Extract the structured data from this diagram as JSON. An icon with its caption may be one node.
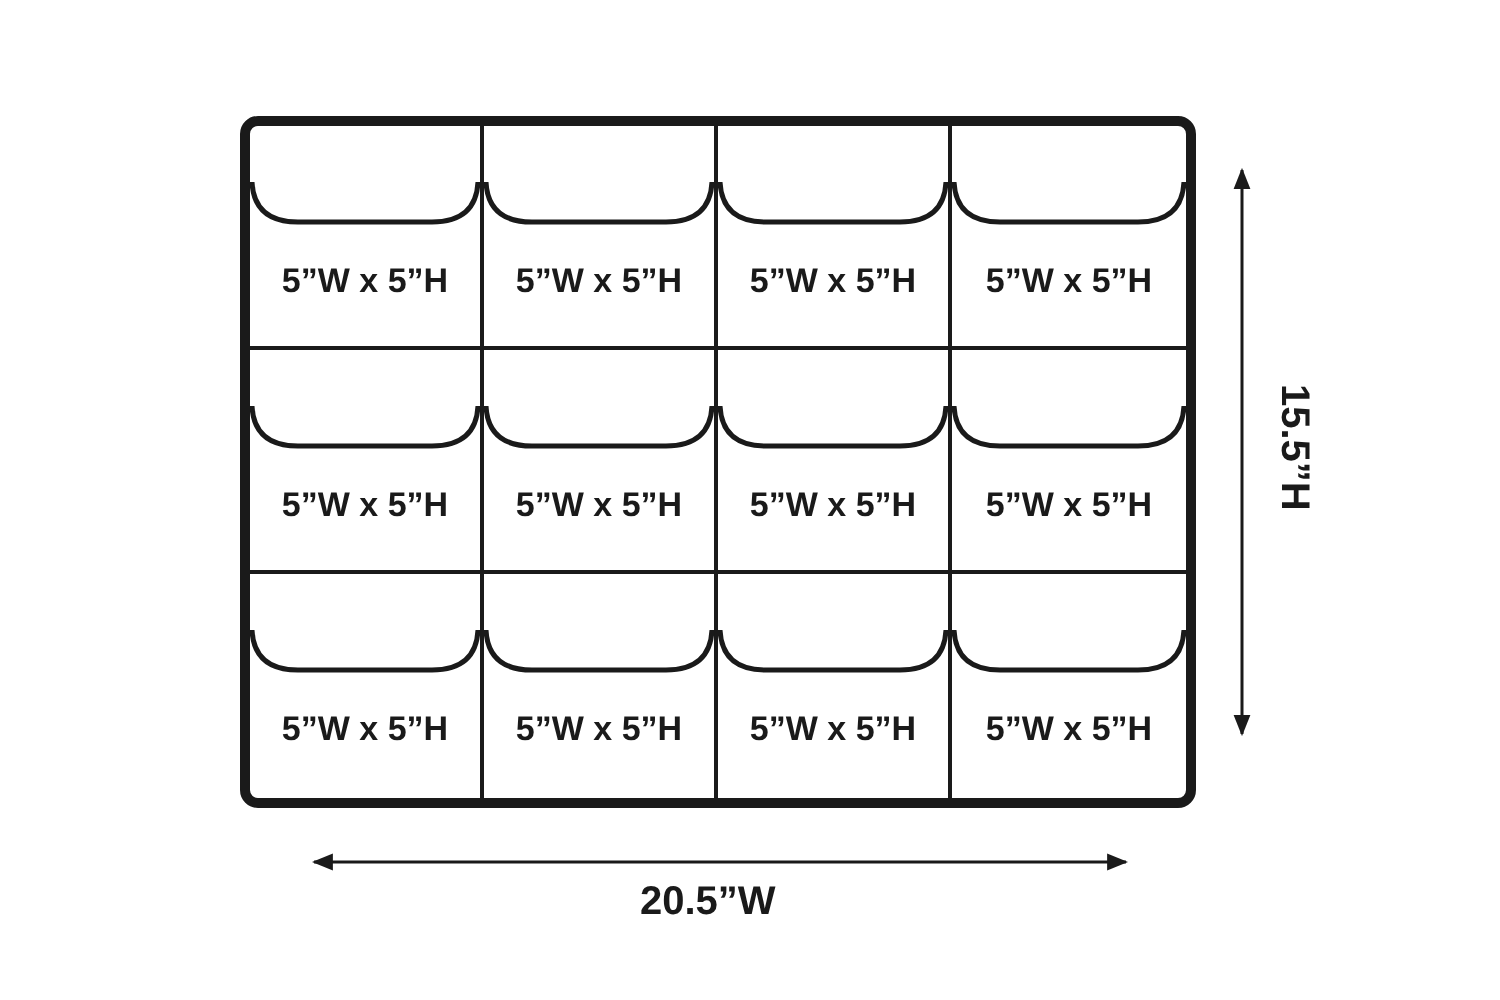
{
  "diagram": {
    "nodes": [
      {
        "text": [
          "5”W x 5”H"
        ]
      },
      {
        "text": [
          "5”W x 5”H"
        ]
      },
      {
        "text": [
          "5”W x 5”H"
        ]
      },
      {
        "text": [
          "5”W x 5”H"
        ]
      },
      {
        "text": [
          "5”W x 5”H"
        ]
      },
      {
        "text": [
          "5”W x 5”H"
        ]
      },
      {
        "text": [
          "5”W x 5”H"
        ]
      },
      {
        "text": [
          "5”W x 5”H"
        ]
      },
      {
        "text": [
          "5”W x 5”H"
        ]
      },
      {
        "text": [
          "5”W x 5”H"
        ]
      },
      {
        "text": [
          "5”W x 5”H"
        ]
      },
      {
        "text": [
          "5”W x 5”H"
        ]
      }
    ],
    "labels": [
      "15.5”H",
      "20.5”W"
    ]
  }
}
